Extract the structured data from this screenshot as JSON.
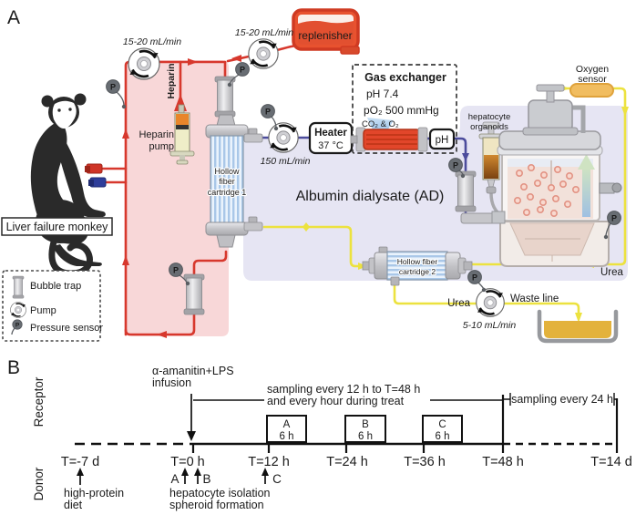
{
  "panel_a": {
    "label": "A",
    "pump1_rate": "15-20 mL/min",
    "pump2_rate": "15-20 mL/min",
    "replenisher": "replenisher",
    "heparin_line": "Heparin",
    "heparin_pump": [
      "Heparin",
      "pump"
    ],
    "cartridge1": [
      "Hollow",
      "fiber",
      "cartridge 1"
    ],
    "ad_rate": "150 mL/min",
    "heater": [
      "Heater",
      "37 °C"
    ],
    "gas_exchanger": [
      "Gas exchanger",
      "pH 7.4",
      "pO₂ 500 mmHg"
    ],
    "gas_in": "CO₂ & O₂",
    "ph_meter": "pH",
    "albumin": "Albumin dialysate (AD)",
    "hepatocyte": [
      "hepatocyte",
      "organoids"
    ],
    "oxygen_sensor": [
      "Oxygen",
      "sensor"
    ],
    "urea_return": "Urea",
    "urea_out": "Urea",
    "cartridge2": [
      "Hollow fiber",
      "cartridge 2"
    ],
    "urea_rate": "5-10 mL/min",
    "waste_line": "Waste line",
    "monkey_label": "Liver failure monkey",
    "p": "P",
    "legend": {
      "bubble_trap": "Bubble trap",
      "pump": "Pump",
      "pressure": "Pressure sensor"
    }
  },
  "panel_b": {
    "label": "B",
    "receptor": "Receptor",
    "donor": "Donor",
    "infusion": [
      "α-amanitin+LPS",
      "infusion"
    ],
    "sampling_treat": [
      "sampling every 12 h to T=48 h",
      "and every hour during treat"
    ],
    "sampling_follow": "sampling every 24 h",
    "ticks": [
      "T=-7 d",
      "T=0 h",
      "T=12 h",
      "T=24 h",
      "T=36 h",
      "T=48 h",
      "T=14 d"
    ],
    "treat_a": [
      "A",
      "6 h"
    ],
    "treat_b": [
      "B",
      "6 h"
    ],
    "treat_c": [
      "C",
      "6 h"
    ],
    "marker_a": "A",
    "marker_b": "B",
    "marker_c": "C",
    "donor_diet": [
      "high-protein",
      "diet"
    ],
    "donor_hep": [
      "hepatocyte isolation",
      "spheroid formation"
    ]
  },
  "colors": {
    "blood": "#d7382d",
    "blood_region": "#f8d7d8",
    "ad_region": "#e6e5f3",
    "ad_line": "#4c4c9c",
    "dialysate_line": "#ece23f",
    "ad_text": "#2b4fae",
    "gas_text": "#3f7fc1",
    "waste": "#e3b23c",
    "waste_text": "#e6cf3f",
    "replenisher_fill": "#e8522f"
  }
}
